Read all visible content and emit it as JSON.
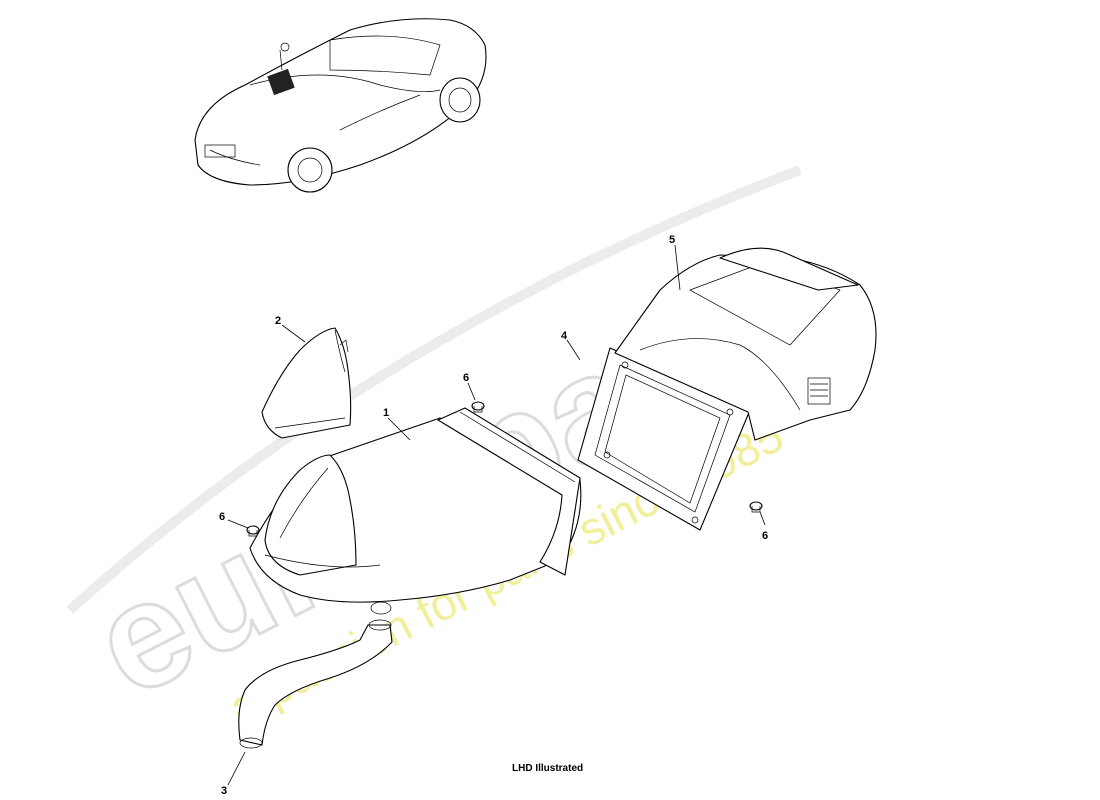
{
  "watermark": {
    "brand": "eurospares",
    "tagline": "a passion for parts since 1985"
  },
  "callouts": [
    {
      "id": "1",
      "label": "1"
    },
    {
      "id": "2",
      "label": "2"
    },
    {
      "id": "3",
      "label": "3"
    },
    {
      "id": "4",
      "label": "4"
    },
    {
      "id": "5",
      "label": "5"
    },
    {
      "id": "6a",
      "label": "6"
    },
    {
      "id": "6b",
      "label": "6"
    },
    {
      "id": "6c",
      "label": "6"
    }
  ],
  "caption": "LHD Illustrated"
}
